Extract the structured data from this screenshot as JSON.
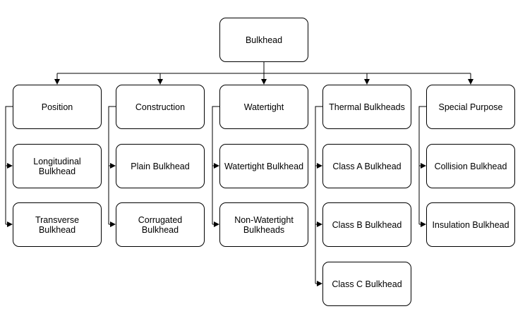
{
  "root": {
    "label": "Bulkhead"
  },
  "columns": [
    {
      "label": "Position",
      "children": [
        "Longitudinal\nBulkhead",
        "Transverse\nBulkhead"
      ]
    },
    {
      "label": "Construction",
      "children": [
        "Plain Bulkhead",
        "Corrugated\nBulkhead"
      ]
    },
    {
      "label": "Watertight",
      "children": [
        "Watertight Bulkhead",
        "Non-Watertight\nBulkheads"
      ]
    },
    {
      "label": "Thermal Bulkheads",
      "children": [
        "Class A Bulkhead",
        "Class B Bulkhead",
        "Class C Bulkhead"
      ]
    },
    {
      "label": "Special Purpose",
      "children": [
        "Collision Bulkhead",
        "Insulation Bulkhead"
      ]
    }
  ],
  "colors": {
    "stroke": "#000000",
    "fill": "#ffffff",
    "text": "#000000"
  }
}
